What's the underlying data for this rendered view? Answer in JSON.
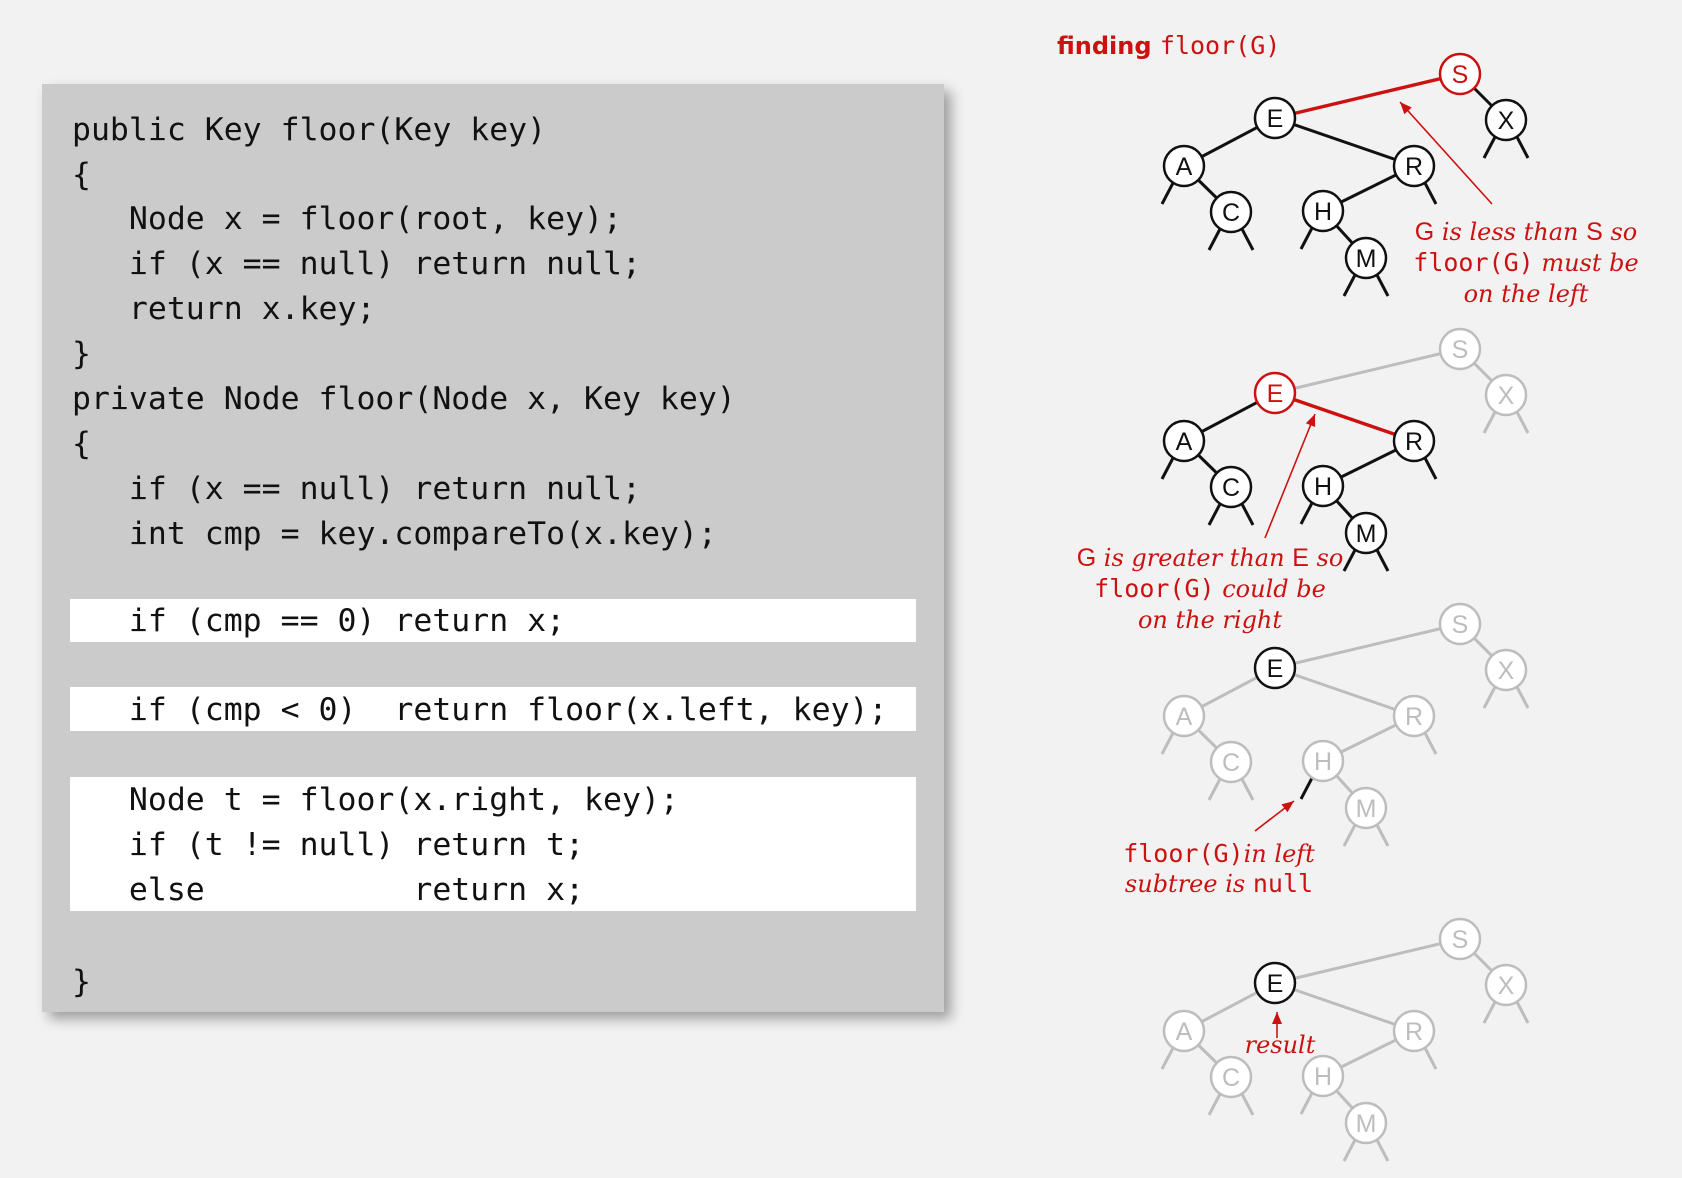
{
  "code": {
    "lines": [
      "public Key floor(Key key)",
      "{",
      "   Node x = floor(root, key);",
      "   if (x == null) return null;",
      "   return x.key;",
      "}",
      "private Node floor(Node x, Key key)",
      "{",
      "   if (x == null) return null;",
      "   int cmp = key.compareTo(x.key);",
      "   if (cmp == 0) return x;",
      "   if (cmp < 0)  return floor(x.left, key);",
      "   Node t = floor(x.right, key);",
      "   if (t != null) return t;",
      "   else           return x;",
      "}"
    ]
  },
  "diagram": {
    "title_word": "finding",
    "title_code": "floor(G)",
    "node_keys": [
      "A",
      "C",
      "E",
      "H",
      "M",
      "R",
      "S",
      "X"
    ],
    "panels": [
      {
        "annotation": [
          [
            {
              "t": "G",
              "s": "sans"
            },
            {
              "t": " is less than ",
              "s": "ital"
            },
            {
              "t": "S",
              "s": "sans"
            },
            {
              "t": " so",
              "s": "ital"
            }
          ],
          [
            {
              "t": "floor(G)",
              "s": "mono"
            },
            {
              "t": " must be",
              "s": "ital"
            }
          ],
          [
            {
              "t": "on the left",
              "s": "ital"
            }
          ]
        ]
      },
      {
        "annotation": [
          [
            {
              "t": "G",
              "s": "sans"
            },
            {
              "t": " is greater than ",
              "s": "ital"
            },
            {
              "t": "E",
              "s": "sans"
            },
            {
              "t": " so",
              "s": "ital"
            }
          ],
          [
            {
              "t": "floor(G)",
              "s": "mono"
            },
            {
              "t": " could be",
              "s": "ital"
            }
          ],
          [
            {
              "t": "on the right",
              "s": "ital"
            }
          ]
        ]
      },
      {
        "annotation": [
          [
            {
              "t": "floor(G)",
              "s": "mono"
            },
            {
              "t": "in left",
              "s": "ital"
            }
          ],
          [
            {
              "t": "subtree is ",
              "s": "ital"
            },
            {
              "t": "null",
              "s": "mono"
            }
          ]
        ]
      },
      {
        "annotation": [
          [
            {
              "t": "result",
              "s": "ital"
            }
          ]
        ]
      }
    ],
    "colors": {
      "active": "#111111",
      "highlight": "#cc1111",
      "faded": "#bdbdbd",
      "node_fill": "#ffffff"
    }
  }
}
